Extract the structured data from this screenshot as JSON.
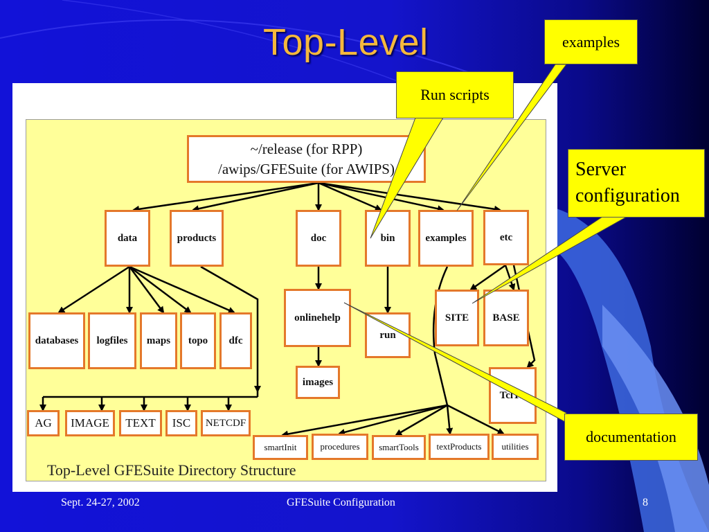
{
  "slide": {
    "title": "Top-Level",
    "colors": {
      "background": "#1414cc",
      "title": "#f5b83d",
      "callout": "#ffff00",
      "node_border": "#e4782a",
      "figure_bg": "#ffff99"
    }
  },
  "diagram": {
    "root": {
      "line1": "~/release (for RPP)",
      "line2": "/awips/GFESuite (for AWIPS)"
    },
    "nodes": {
      "data": "data",
      "products": "products",
      "doc": "doc",
      "bin": "bin",
      "examples": "examples",
      "etc": "etc",
      "databases": "databases",
      "logfiles": "logfiles",
      "maps": "maps",
      "topo": "topo",
      "dfc": "dfc",
      "onlinehelp": "onlinehelp",
      "run": "run",
      "images": "images",
      "site": "SITE",
      "base": "BASE",
      "tcltk": "TclTk",
      "ag": "AG",
      "image": "IMAGE",
      "text": "TEXT",
      "isc": "ISC",
      "netcdf": "NETCDF",
      "smartinit": "smartInit",
      "procedures": "procedures",
      "smarttools": "smartTools",
      "textproducts": "textProducts",
      "utilities": "utilities"
    },
    "caption": "Top-Level GFESuite Directory Structure"
  },
  "callouts": {
    "examples": "examples",
    "run_scripts": "Run scripts",
    "server_line1": "Server",
    "server_line2": "configuration",
    "documentation": "documentation"
  },
  "footer": {
    "date": "Sept. 24-27, 2002",
    "center": "GFESuite Configuration",
    "page": "8"
  }
}
